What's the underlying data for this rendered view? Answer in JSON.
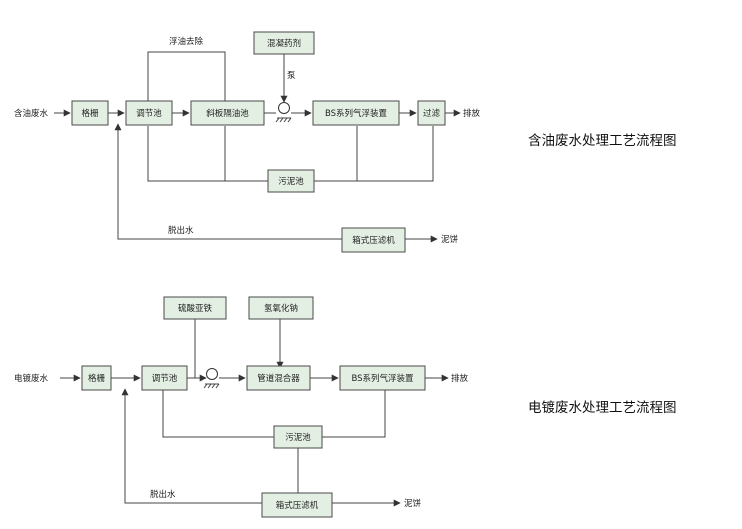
{
  "diagram1": {
    "title": "含油废水处理工艺流程图",
    "inlet": "含油废水",
    "outlet": "排放",
    "sludge_cake": "泥饼",
    "boxes": {
      "screen": "格栅",
      "equalization": "调节池",
      "inclined_separator": "斜板隔油池",
      "flotation": "BS系列气浮装置",
      "filter": "过滤",
      "coagulant": "混凝药剂",
      "sludge_tank": "污泥池",
      "filter_press": "箱式压滤机"
    },
    "labels": {
      "oil_removal": "浮油去除",
      "pump": "泵",
      "filtrate": "脱出水"
    }
  },
  "diagram2": {
    "title": "电镀废水处理工艺流程图",
    "inlet": "电镀废水",
    "outlet": "排放",
    "sludge_cake": "泥饼",
    "boxes": {
      "screen": "格栅",
      "equalization": "调节池",
      "ferrous_sulfate": "硫酸亚铁",
      "naoh": "氢氧化钠",
      "pipe_mixer": "管道混合器",
      "flotation": "BS系列气浮装置",
      "sludge_tank": "污泥池",
      "filter_press": "箱式压滤机"
    },
    "labels": {
      "filtrate": "脱出水"
    }
  }
}
